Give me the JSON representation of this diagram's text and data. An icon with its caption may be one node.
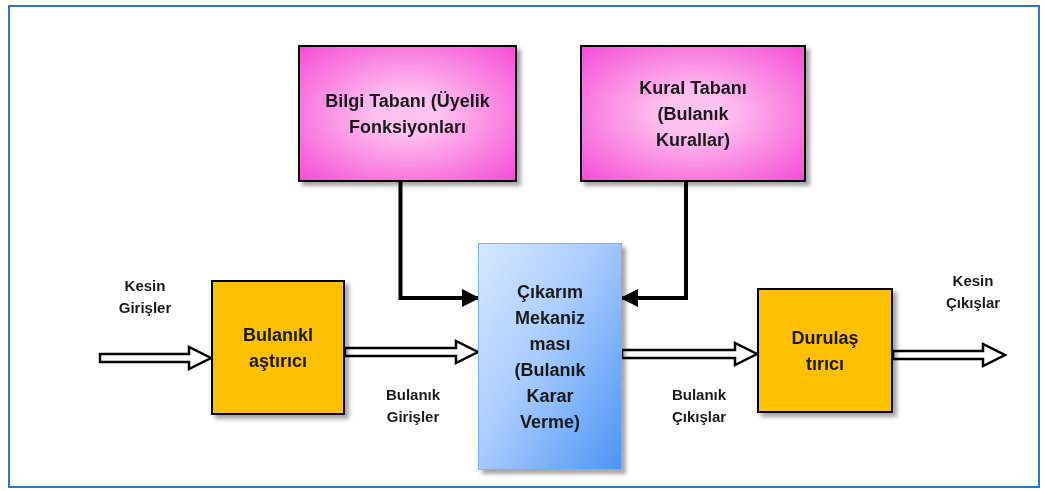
{
  "diagram": {
    "nodes": [
      {
        "text": [
          "Bilgi Tabanı (Üyelik Fonksiyonları"
        ]
      },
      {
        "text": [
          "Kural Tabanı (Bulanık Kurallar)"
        ]
      },
      {
        "text": [
          "Bulanıkl aştırıcı"
        ]
      },
      {
        "text": [
          "Çıkarım Mekaniz ması (Bulanık Karar Verme)"
        ]
      },
      {
        "text": [
          "Durulaş tırıcı"
        ]
      }
    ],
    "edges": [
      {
        "from": null,
        "to": 2,
        "arrow": "to",
        "label": "Kesin Girişler",
        "style": "thick"
      },
      {
        "from": 2,
        "to": 3,
        "arrow": "to",
        "label": "Bulanık Girişler",
        "style": "thick"
      },
      {
        "from": 3,
        "to": 4,
        "arrow": "to",
        "label": "Bulanık Çıkışlar",
        "style": "thick"
      },
      {
        "from": 4,
        "to": null,
        "arrow": "to",
        "label": "Kesin Çıkışlar",
        "style": "thick"
      },
      {
        "from": 0,
        "to": 3,
        "arrow": "to"
      },
      {
        "from": 1,
        "to": 3,
        "arrow": "to"
      }
    ]
  }
}
